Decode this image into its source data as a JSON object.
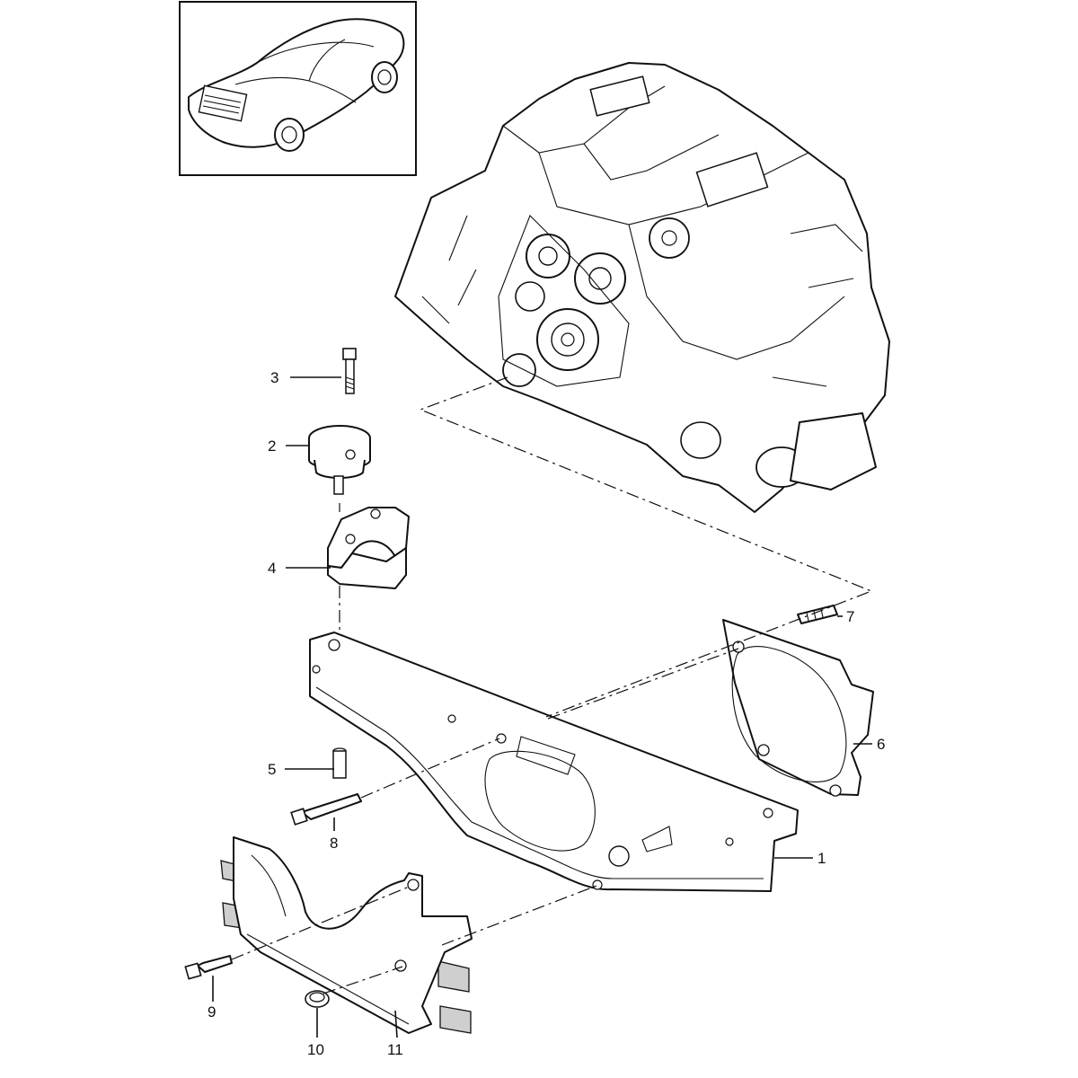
{
  "diagram": {
    "callouts": [
      {
        "id": "c1",
        "text": "1"
      },
      {
        "id": "c2",
        "text": "2"
      },
      {
        "id": "c3",
        "text": "3"
      },
      {
        "id": "c4",
        "text": "4"
      },
      {
        "id": "c5",
        "text": "5"
      },
      {
        "id": "c6",
        "text": "6"
      },
      {
        "id": "c7",
        "text": "7"
      },
      {
        "id": "c8",
        "text": "8"
      },
      {
        "id": "c9",
        "text": "9"
      },
      {
        "id": "c10",
        "text": "10"
      },
      {
        "id": "c11",
        "text": "11"
      }
    ]
  },
  "colors": {
    "ink": "#111111",
    "background": "#ffffff",
    "shade": "#cfcfcf"
  }
}
